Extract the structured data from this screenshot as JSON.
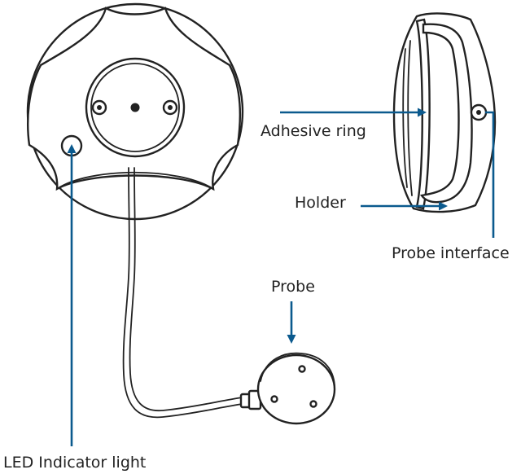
{
  "labels": {
    "adhesive_ring": "Adhesive ring",
    "holder": "Holder",
    "probe_interface": "Probe interface",
    "probe": "Probe",
    "led_indicator": "LED Indicator light"
  },
  "colors": {
    "outline": "#222222",
    "leader": "#0b5a8e",
    "background": "#ffffff"
  },
  "icons": {
    "sensor_front": "round-sensor-front-view",
    "sensor_side": "sensor-side-view",
    "probe": "round-probe"
  }
}
